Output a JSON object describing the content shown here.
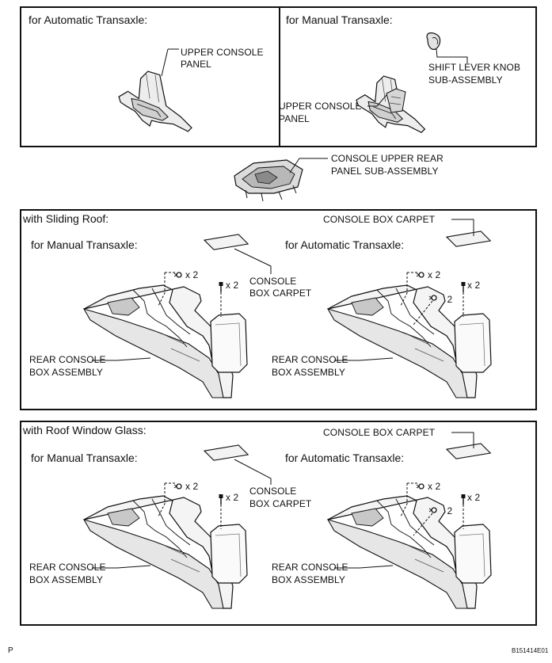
{
  "top": {
    "automatic_title": "for Automatic Transaxle:",
    "manual_title": "for Manual Transaxle:",
    "upper_console_panel_line1": "UPPER CONSOLE",
    "upper_console_panel_line2": "PANEL",
    "shift_knob_line1": "SHIFT LEVER KNOB",
    "shift_knob_line2": "SUB-ASSEMBLY"
  },
  "middle": {
    "rear_panel_line1": "CONSOLE UPPER REAR",
    "rear_panel_line2": "PANEL SUB-ASSEMBLY"
  },
  "sliding_roof": {
    "title": "with Sliding Roof:",
    "manual_title": "for Manual Transaxle:",
    "automatic_title": "for Automatic Transaxle:",
    "carpet_line1": "CONSOLE",
    "carpet_line2": "BOX CARPET",
    "carpet_single": "CONSOLE BOX CARPET",
    "rear_box_line1": "REAR CONSOLE",
    "rear_box_line2": "BOX ASSEMBLY",
    "qty": "x 2"
  },
  "roof_window": {
    "title": "with Roof Window Glass:",
    "manual_title": "for Manual Transaxle:",
    "automatic_title": "for Automatic Transaxle:",
    "carpet_line1": "CONSOLE",
    "carpet_line2": "BOX CARPET",
    "carpet_single": "CONSOLE BOX CARPET",
    "rear_box_line1": "REAR CONSOLE",
    "rear_box_line2": "BOX ASSEMBLY",
    "qty": "x 2"
  },
  "footer": {
    "page_letter": "P",
    "figure_code": "B151414E01"
  }
}
